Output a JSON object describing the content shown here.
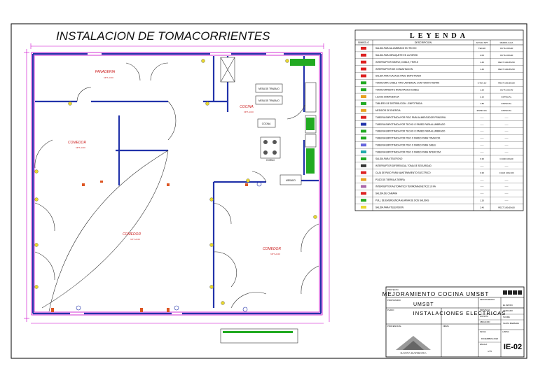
{
  "sheet": {
    "title": "INSTALACION DE TOMACORRIENTES"
  },
  "plan": {
    "rooms": [
      {
        "name": "PANADERIA",
        "sub": "NPT+0.00"
      },
      {
        "name": "COCINA",
        "sub": "NPT+0.00"
      },
      {
        "name": "COMEDOR",
        "sub": "NPT+0.00",
        "id": "comedor_top"
      },
      {
        "name": "COMEDOR",
        "sub": "NPT+0.00",
        "id": "comedor_mid"
      },
      {
        "name": "COMEDOR",
        "sub": "NPT+0.00",
        "id": "comedor_right"
      }
    ],
    "equipment": [
      {
        "name": "MESA DE TRABAJO"
      },
      {
        "name": "MESA DE TRABAJO"
      },
      {
        "name": "COCINA"
      },
      {
        "name": "HORNO"
      },
      {
        "name": "MESADO"
      }
    ]
  },
  "legend": {
    "title": "LEYENDA",
    "col_symbol": "SIMBOLO",
    "col_desc": "DESCRIPCION",
    "col_height": "ALTURA NPT",
    "col_box": "MEDIDA CAJA",
    "rows": [
      {
        "desc": "SALIDA PARA ALUMBRADO EN TECHO",
        "h": "TECHO",
        "box": "OCTA 100x40"
      },
      {
        "desc": "SALIDA PARA BRAQUETE EN LA PARED",
        "h": "2.00",
        "box": "OCTA 100x40"
      },
      {
        "desc": "INTERRUPTOR SIMPLE, DOBLE, TRIPLE",
        "h": "1.40",
        "box": "RECT 100x55x50"
      },
      {
        "desc": "INTERRUPTOR DE CONMUTACION",
        "h": "1.40",
        "box": "RECT 100x55x50"
      },
      {
        "desc": "SALIDA PARA CAJA DE PASO EMPOTRADA",
        "h": "",
        "box": ""
      },
      {
        "desc": "TOMACORR. DOBLE TIPO UNIVERSAL CON TOMA A TIERRA",
        "h": "0.40/1.10",
        "box": "RECT 100x55x50"
      },
      {
        "desc": "TOMACORRIENTE MONOFASICO DOBLE",
        "h": "1.20",
        "box": "OCTA 100x40"
      },
      {
        "desc": "LUZ DE EMERGENCIA",
        "h": "2.10",
        "box": "ESPECIAL"
      },
      {
        "desc": "TABLERO DE DISTRIBUCION - EMPOTRADA",
        "h": "1.80",
        "box": "ESPECIAL"
      },
      {
        "desc": "MEDIDOR DE ENERGIA",
        "h": "ESPECIAL",
        "box": "ESPECIAL"
      },
      {
        "desc": "TUBERIA EMPOTRADA POR PISO PARA ALIMENTADOR PRINCIPAL",
        "h": "-----",
        "box": "-----"
      },
      {
        "desc": "TUBERIA EMPOTRADA POR TECHO O PARED PARA ALUMBRADO",
        "h": "-----",
        "box": "-----"
      },
      {
        "desc": "TUBERIA EMPOTRADA POR TECHO O PARED PARA ALUMBRADO",
        "h": "-----",
        "box": "-----"
      },
      {
        "desc": "TUBERIA EMPOTRADA POR PISO O PARED PARA TOMACOR.",
        "h": "-----",
        "box": "-----"
      },
      {
        "desc": "TUBERIA EMPOTRADA POR PISO O PARED PARA CABLE",
        "h": "-----",
        "box": "-----"
      },
      {
        "desc": "TUBERIA EMPOTRADA POR PISO O PARED PARA INTERCOM.",
        "h": "-----",
        "box": "-----"
      },
      {
        "desc": "SALIDA PARA TELEFONO",
        "h": "0.30",
        "box": "CUAD 100x40"
      },
      {
        "desc": "INTERRUPTOR DIFERENCIAL TOMA DE SEGURIDAD",
        "h": "-----",
        "box": "-----"
      },
      {
        "desc": "CAJA DE PASO PARA MANTENIMIENTO ELECTRICO",
        "h": "0.30",
        "box": "CUAD 100x100"
      },
      {
        "desc": "POZO DE TIERRA A TIERRA",
        "h": "-----",
        "box": "-----"
      },
      {
        "desc": "INTERRUPTOR AUTOMATICO TERMOMAGNETICO 10 KA",
        "h": "-----",
        "box": "-----"
      },
      {
        "desc": "SALIDA DE CAMARA",
        "h": "-----",
        "box": "-----"
      },
      {
        "desc": "PULL DE EMERGENCIA ALARMA DE DOS SALIDAS",
        "h": "1.20",
        "box": "-----"
      },
      {
        "desc": "SALIDA PARA TELEVISION",
        "h": "2.40",
        "box": "RECT 100x55x50"
      }
    ]
  },
  "titleblock": {
    "project_label": "PROYECTO",
    "project": "MEJORAMIENTO COCINA UMSBT",
    "owner_label": "PROPIETARIO",
    "owner": "UMSBT",
    "plan_label": "PLANO",
    "plan": "INSTALACIONES ELECTRICAS",
    "dept_label": "DEPARTAMENTO",
    "dept": "EL MAYAN",
    "province_label": "PROVINCIA",
    "province": "CERCADO",
    "district_label": "DISTRITO",
    "district": "SUCRE",
    "location_label": "UBICACION",
    "location": "SANTA BARBARA",
    "date_label": "FECHA",
    "date": "DICIEMBRE 2020",
    "scale_label": "ESCALA",
    "scale": "1/75",
    "sheet_label": "LAMINA",
    "sheet": "IE-02",
    "brand": "SANTA BARBARA",
    "professional_label": "PROFESIONAL",
    "signature_label": "FIRMA"
  },
  "colors": {
    "wall": "#2233aa",
    "dim": "#cc00cc",
    "red": "#dd2222",
    "green": "#22aa22",
    "yellow": "#e8d830"
  }
}
